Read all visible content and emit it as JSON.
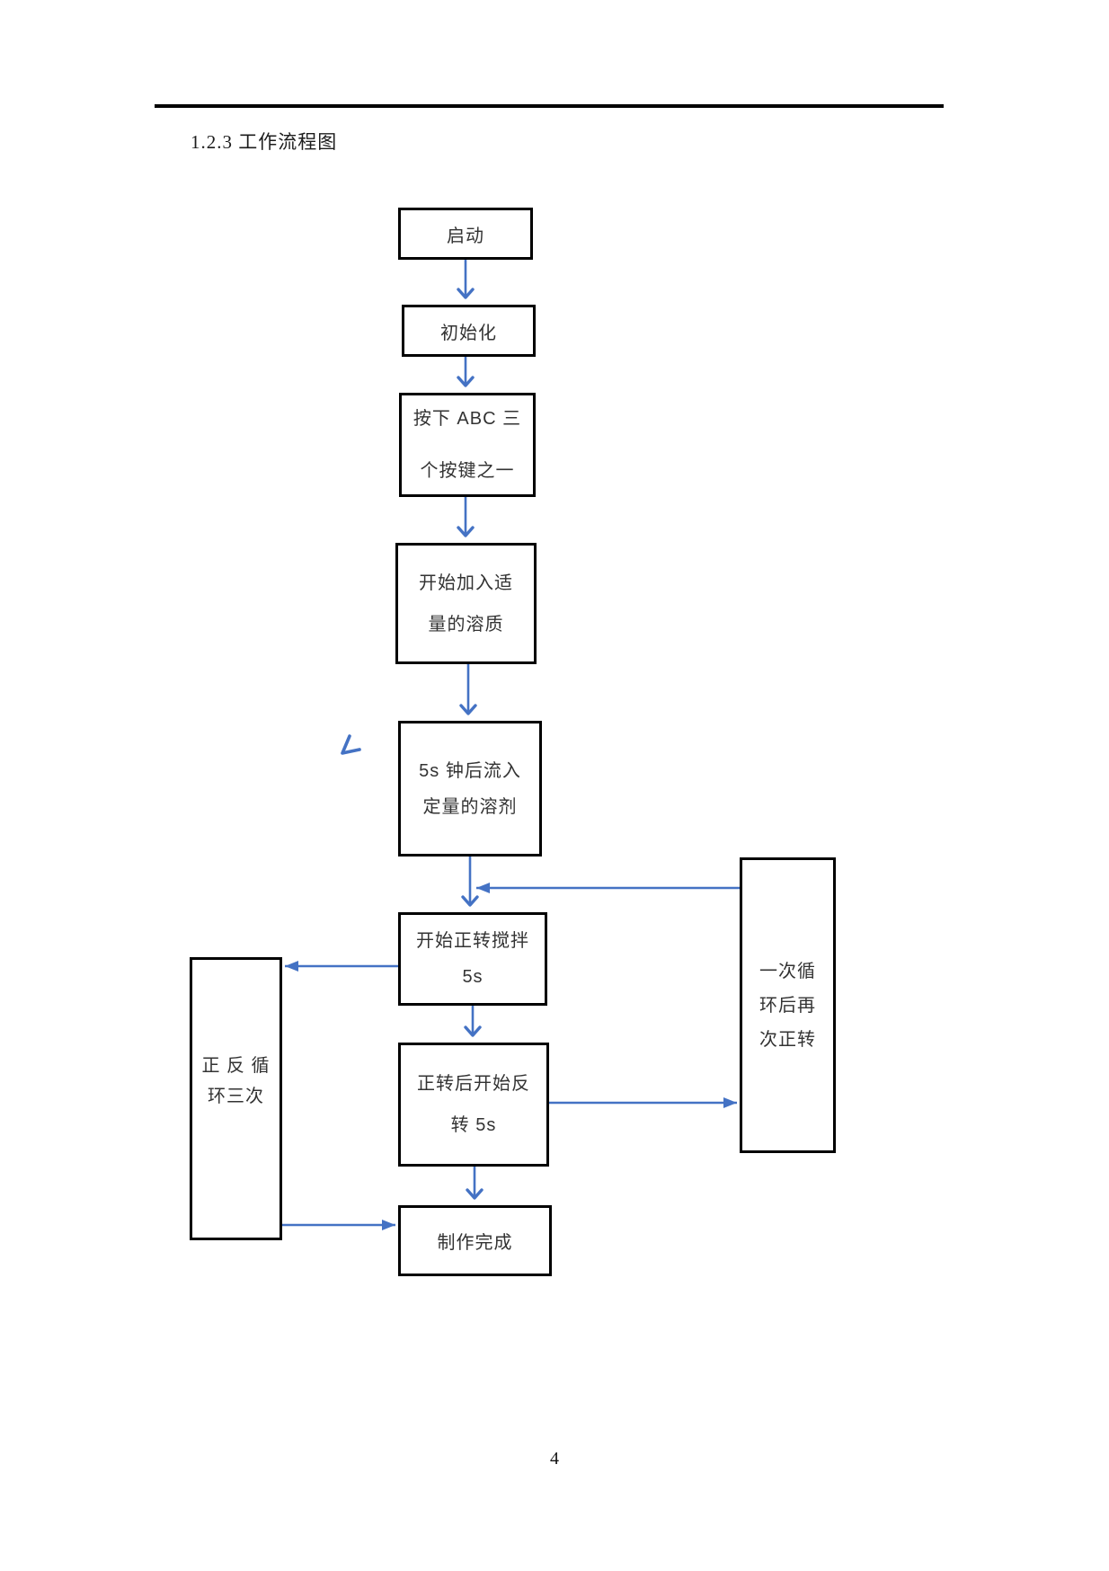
{
  "document": {
    "section_title": "1.2.3 工作流程图",
    "page_number": "4"
  },
  "colors": {
    "arrow_blue": "#4472C4",
    "box_border": "#000000",
    "box_fill": "#FFFFFF",
    "text": "#333333"
  },
  "flowchart": {
    "nodes": [
      {
        "id": "start",
        "lines": [
          "启动"
        ]
      },
      {
        "id": "initialize",
        "lines": [
          "初始化"
        ]
      },
      {
        "id": "press-button",
        "lines": [
          "按下 ABC 三",
          "个按键之一"
        ]
      },
      {
        "id": "add-solute",
        "lines": [
          "开始加入适",
          "量的溶质"
        ]
      },
      {
        "id": "add-solvent",
        "lines": [
          "5s 钟后流入",
          "定量的溶剂"
        ]
      },
      {
        "id": "forward-stir",
        "lines": [
          "开始正转搅拌",
          "5s"
        ]
      },
      {
        "id": "reverse-turn",
        "lines": [
          "正转后开始反",
          "转 5s"
        ]
      },
      {
        "id": "complete",
        "lines": [
          "制作完成"
        ]
      },
      {
        "id": "cycle-three-times",
        "lines": [
          "正 反 循",
          "环三次"
        ]
      },
      {
        "id": "forward-after-cycle",
        "lines": [
          "一次循",
          "环后再",
          "次正转"
        ]
      }
    ],
    "edges": [
      {
        "from": "start",
        "to": "initialize"
      },
      {
        "from": "initialize",
        "to": "press-button"
      },
      {
        "from": "press-button",
        "to": "add-solute"
      },
      {
        "from": "add-solute",
        "to": "add-solvent"
      },
      {
        "from": "add-solvent",
        "to": "forward-stir"
      },
      {
        "from": "forward-stir",
        "to": "reverse-turn"
      },
      {
        "from": "reverse-turn",
        "to": "complete"
      },
      {
        "from": "forward-stir",
        "to": "cycle-three-times"
      },
      {
        "from": "cycle-three-times",
        "to": "complete"
      },
      {
        "from": "reverse-turn",
        "to": "forward-after-cycle"
      },
      {
        "from": "forward-after-cycle",
        "to": "forward-stir"
      }
    ],
    "annotation": {
      "type": "handwritten-check-mark",
      "color": "#4472C4"
    }
  }
}
